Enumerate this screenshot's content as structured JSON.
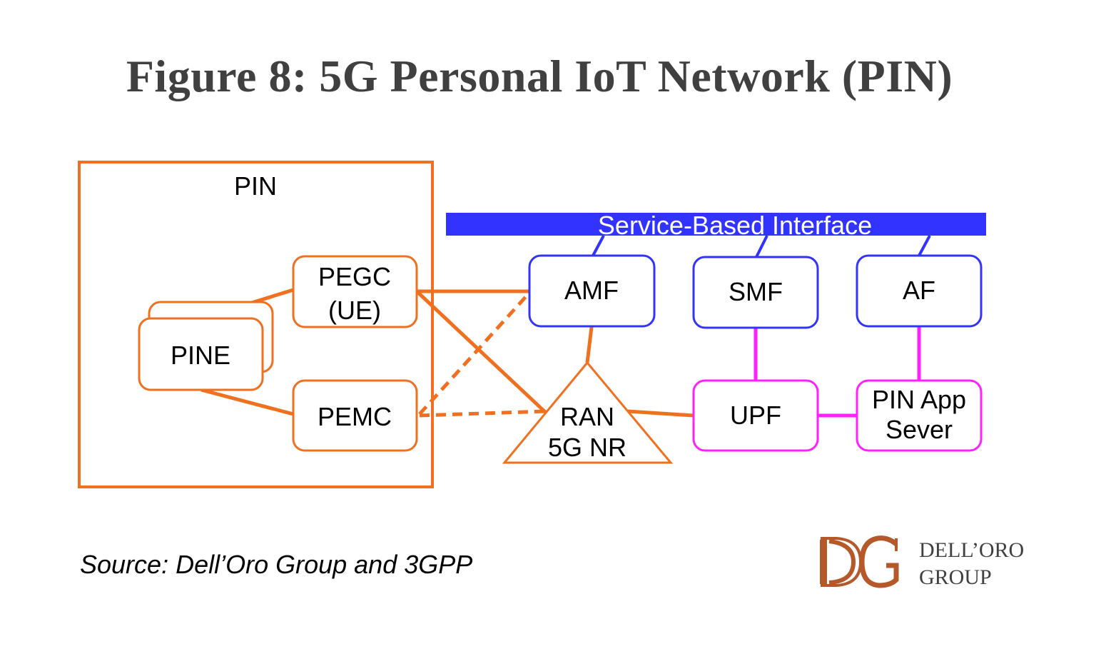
{
  "title": "Figure 8: 5G Personal IoT Network (PIN)",
  "pin_group": {
    "label": "PIN"
  },
  "nodes": {
    "pegc": {
      "line1": "PEGC",
      "line2": "(UE)"
    },
    "pine": {
      "label": "PINE"
    },
    "pemc": {
      "label": "PEMC"
    },
    "amf": {
      "label": "AMF"
    },
    "smf": {
      "label": "SMF"
    },
    "af": {
      "label": "AF"
    },
    "ran": {
      "line1": "RAN",
      "line2": "5G NR"
    },
    "upf": {
      "label": "UPF"
    },
    "pin_app": {
      "line1": "PIN App",
      "line2": "Sever"
    }
  },
  "sbi": {
    "label": "Service-Based Interface"
  },
  "source": "Source: Dell’Oro Group and 3GPP",
  "logo": {
    "mark": "DG",
    "line1": "DELL’ORO",
    "line2": "GROUP"
  },
  "colors": {
    "pin_orange": "#f07020",
    "core_blue": "#3333ff",
    "user_plane_magenta": "#ff22ff",
    "title_gray": "#404040",
    "logo_brown": "#b5582a"
  }
}
